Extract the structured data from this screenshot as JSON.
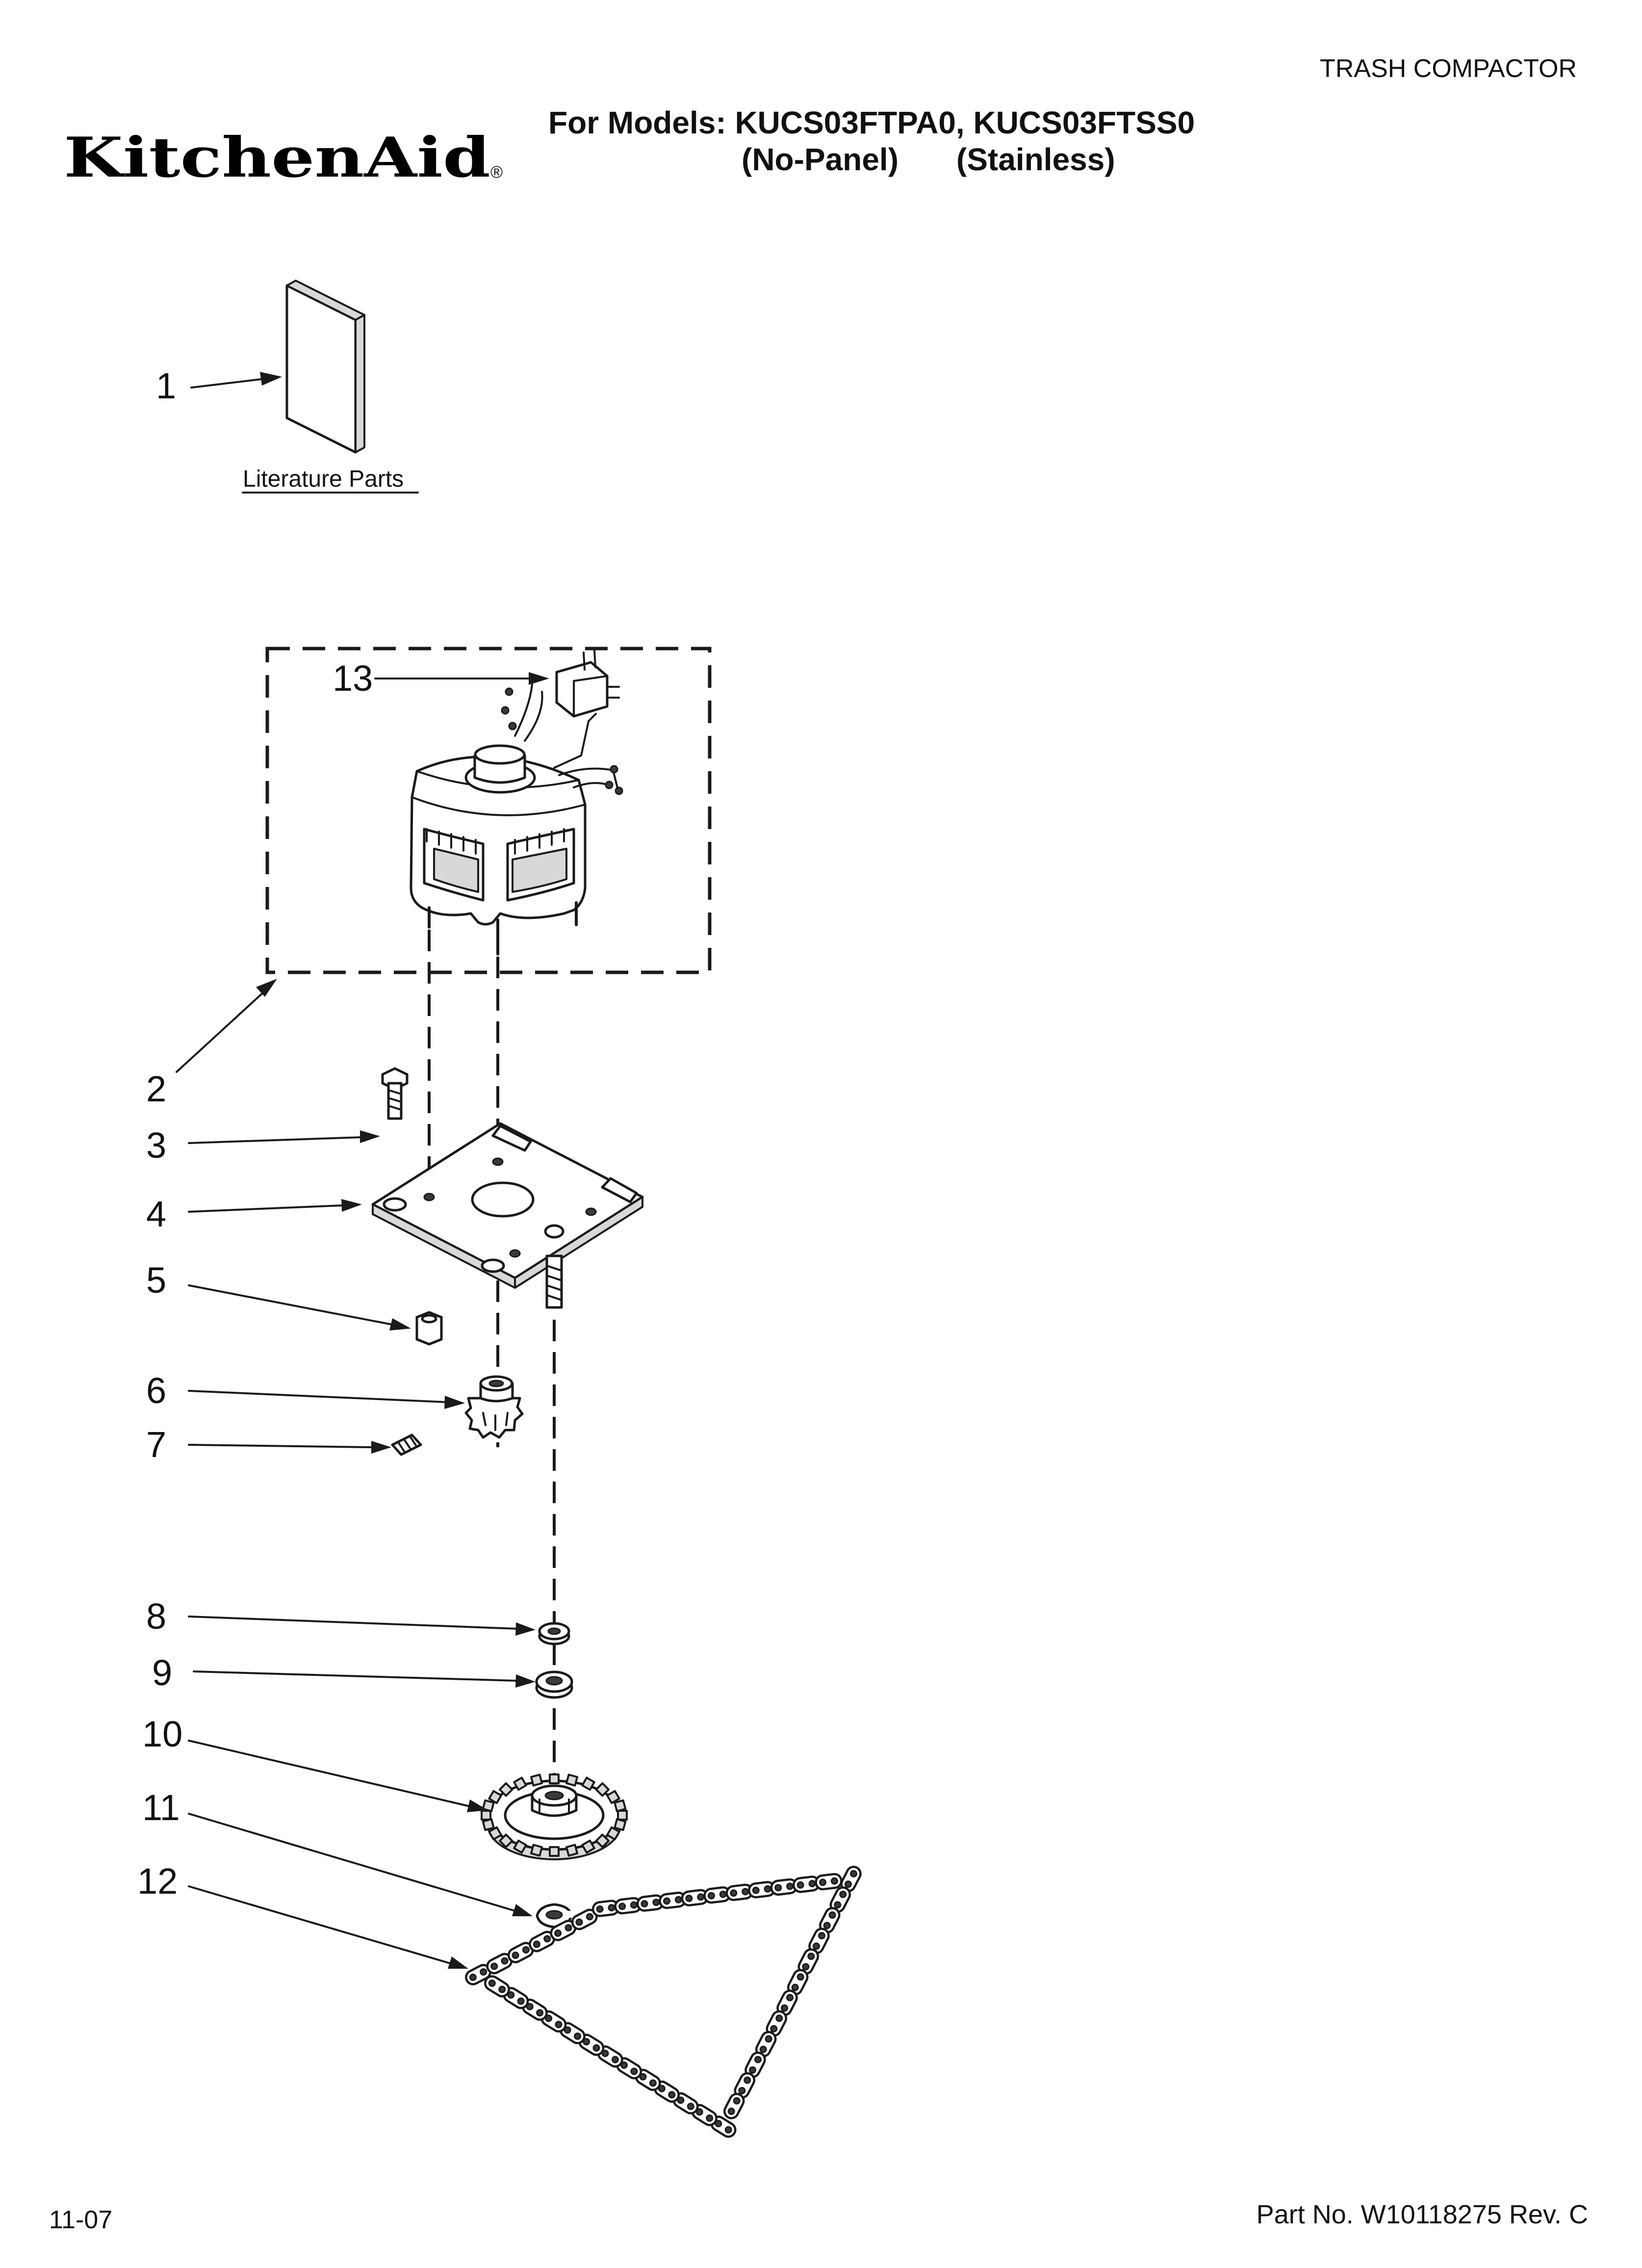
{
  "header": {
    "category": "TRASH COMPACTOR",
    "brand": "KitchenAid",
    "brand_mark": "®",
    "models_line": "For Models: KUCS03FTPA0, KUCS03FTSS0",
    "variant_1": "(No-Panel)",
    "variant_2": "(Stainless)"
  },
  "literature": {
    "label": "Literature Parts"
  },
  "callouts": [
    {
      "id": "1",
      "label": "1"
    },
    {
      "id": "2",
      "label": "2"
    },
    {
      "id": "3",
      "label": "3"
    },
    {
      "id": "4",
      "label": "4"
    },
    {
      "id": "5",
      "label": "5"
    },
    {
      "id": "6",
      "label": "6"
    },
    {
      "id": "7",
      "label": "7"
    },
    {
      "id": "8",
      "label": "8"
    },
    {
      "id": "9",
      "label": "9"
    },
    {
      "id": "10",
      "label": "10"
    },
    {
      "id": "11",
      "label": "11"
    },
    {
      "id": "12",
      "label": "12"
    },
    {
      "id": "13",
      "label": "13"
    }
  ],
  "footer": {
    "date_code": "11-07",
    "part_number": "Part No. W10118275 Rev. C"
  }
}
